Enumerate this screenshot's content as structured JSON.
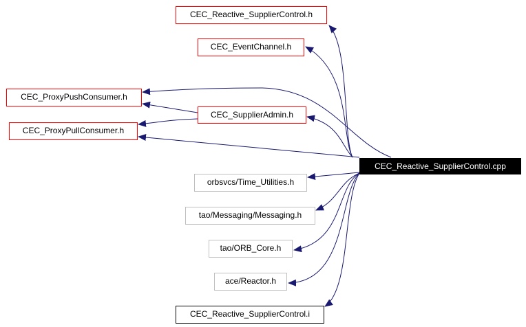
{
  "colors": {
    "edge": "#191970",
    "project_border": "#ff0000",
    "external_border": "#bfbfbf",
    "root_bg": "#000000"
  },
  "nodes": {
    "reactive_h": "CEC_Reactive_SupplierControl.h",
    "event_channel": "CEC_EventChannel.h",
    "proxy_push": "CEC_ProxyPushConsumer.h",
    "supplier_admin": "CEC_SupplierAdmin.h",
    "proxy_pull": "CEC_ProxyPullConsumer.h",
    "root": "CEC_Reactive_SupplierControl.cpp",
    "time_utilities": "orbsvcs/Time_Utilities.h",
    "messaging": "tao/Messaging/Messaging.h",
    "orb_core": "tao/ORB_Core.h",
    "reactor": "ace/Reactor.h",
    "reactive_i": "CEC_Reactive_SupplierControl.i"
  },
  "edges": [
    [
      "root",
      "reactive_h"
    ],
    [
      "root",
      "event_channel"
    ],
    [
      "root",
      "proxy_push"
    ],
    [
      "root",
      "supplier_admin"
    ],
    [
      "supplier_admin",
      "proxy_push"
    ],
    [
      "supplier_admin",
      "proxy_pull"
    ],
    [
      "root",
      "proxy_pull"
    ],
    [
      "root",
      "time_utilities"
    ],
    [
      "root",
      "messaging"
    ],
    [
      "root",
      "orb_core"
    ],
    [
      "root",
      "reactor"
    ],
    [
      "root",
      "reactive_i"
    ]
  ]
}
